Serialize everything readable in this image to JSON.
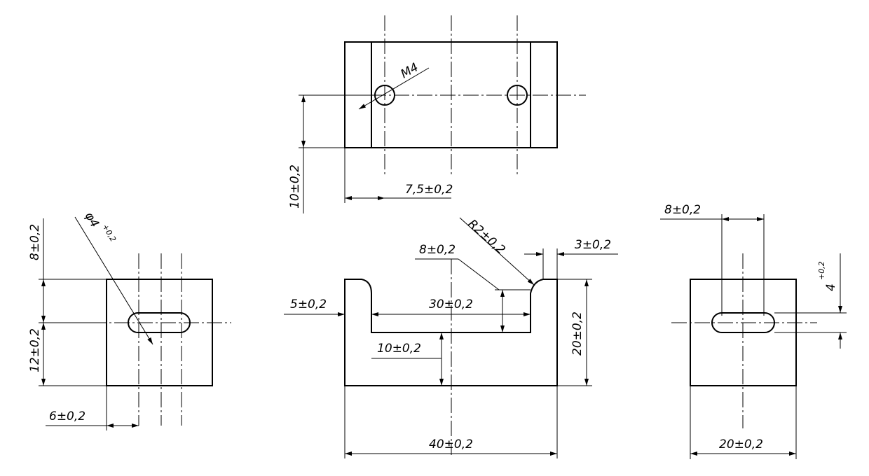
{
  "top_view": {
    "thread_label": "M4",
    "height_dim": "10±0,2",
    "hole_offset_dim": "7,5±0,2"
  },
  "left_view": {
    "hole_dia_label": "φ4",
    "hole_dia_tolerance": "+0,2",
    "upper_dim": "8±0,2",
    "lower_dim": "12±0,2",
    "slot_offset_dim": "6±0,2"
  },
  "front_view": {
    "radius_label": "R2±0,2",
    "step_width_dim": "3±0,2",
    "slot_depth_dim": "8±0,2",
    "wall_dim": "5±0,2",
    "slot_length_dim": "30±0,2",
    "base_height_dim": "10±0,2",
    "overall_height_dim": "20±0,2",
    "overall_width_dim": "40±0,2"
  },
  "right_view": {
    "slot_length_dim": "8±0,2",
    "slot_width_dim": "4",
    "slot_width_tolerance": "+0,2",
    "overall_width_dim": "20±0,2"
  }
}
